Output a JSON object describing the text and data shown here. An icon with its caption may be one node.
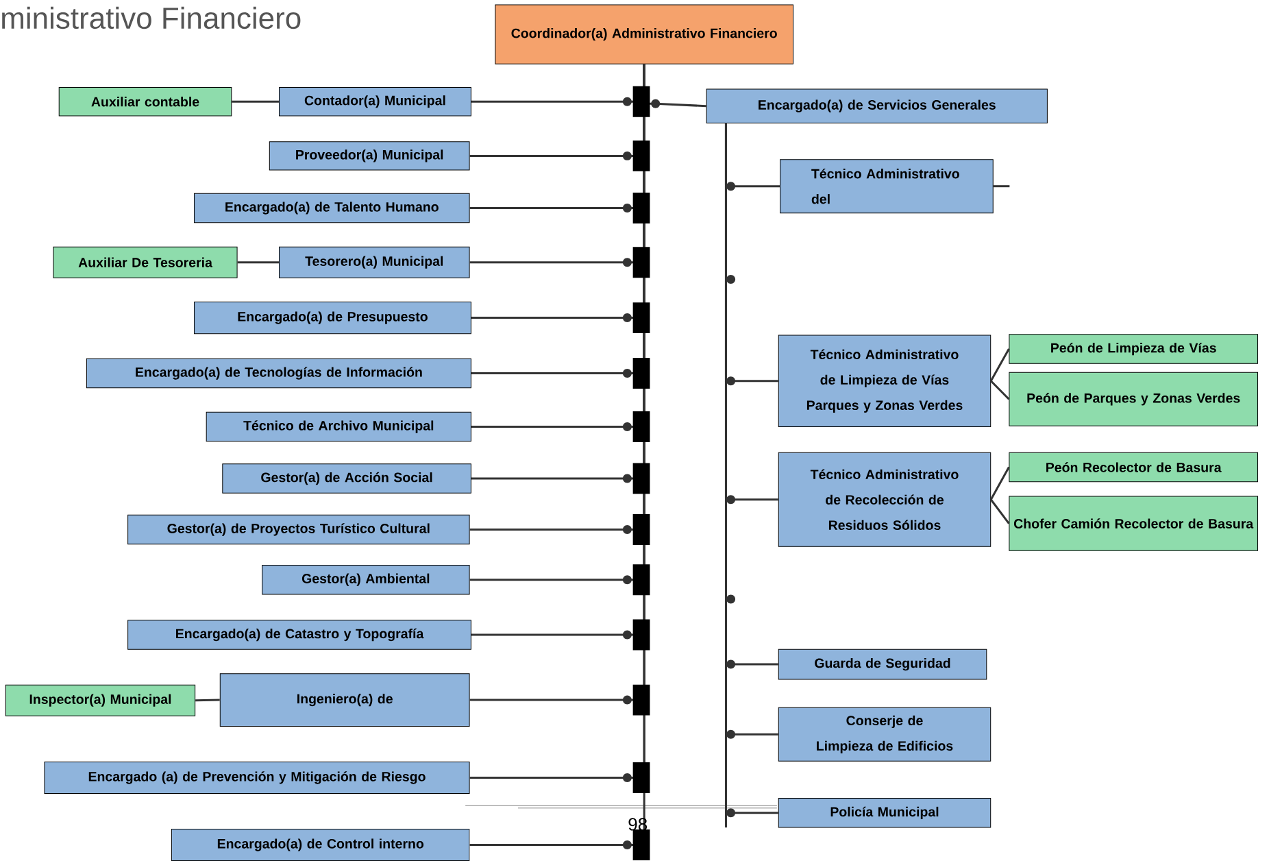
{
  "diagram": {
    "title": "ministrativo Financiero",
    "nodes": [
      {
        "text": [
          "Coordinador(a) Administrativo Financiero"
        ]
      },
      {
        "text": [
          "Auxiliar contable"
        ]
      },
      {
        "text": [
          "Contador(a) Municipal"
        ]
      },
      {
        "text": [
          "Proveedor(a) Municipal"
        ]
      },
      {
        "text": [
          "Encargado(a) de Talento Humano"
        ]
      },
      {
        "text": [
          "Auxiliar De Tesoreria"
        ]
      },
      {
        "text": [
          "Tesorero(a) Municipal"
        ]
      },
      {
        "text": [
          "Encargado(a) de Presupuesto"
        ]
      },
      {
        "text": [
          "Encargado(a) de Tecnologías de Información"
        ]
      },
      {
        "text": [
          "Técnico de Archivo Municipal"
        ]
      },
      {
        "text": [
          "Gestor(a) de Acción Social"
        ]
      },
      {
        "text": [
          "Gestor(a) de Proyectos Turístico Cultural"
        ]
      },
      {
        "text": [
          "Gestor(a) Ambiental"
        ]
      },
      {
        "text": [
          "Encargado(a) de Catastro y Topografía"
        ]
      },
      {
        "text": [
          "Inspector(a) Municipal"
        ]
      },
      {
        "text": [
          "Ingeniero(a) de"
        ]
      },
      {
        "text": [
          "Encargado (a) de Prevención y Mitigación de Riesgo"
        ]
      },
      {
        "text": [
          "Encargado(a) de Control interno"
        ]
      },
      {
        "text": [
          "Encargado(a) de Servicios Generales"
        ]
      },
      {
        "text": [
          "Técnico Administrativo del"
        ]
      },
      {
        "text": [
          "Técnico Administrativo de Limpieza de Vías Parques y Zonas Verdes"
        ]
      },
      {
        "text": [
          "Peón de Limpieza de Vías"
        ]
      },
      {
        "text": [
          "Peón de Parques y Zonas Verdes"
        ]
      },
      {
        "text": [
          "Técnico Administrativo de Recolección de Residuos Sólidos"
        ]
      },
      {
        "text": [
          "Peón Recolector de Basura"
        ]
      },
      {
        "text": [
          "Chofer Camión Recolector de Basura"
        ]
      },
      {
        "text": [
          "Guarda de Seguridad"
        ]
      },
      {
        "text": [
          "Conserje de Limpieza de Edificios"
        ]
      },
      {
        "text": [
          "Policía Municipal"
        ]
      }
    ],
    "edges": [
      {
        "from": 0,
        "to": 2,
        "arrow": "none"
      },
      {
        "from": 2,
        "to": 1,
        "arrow": "none"
      },
      {
        "from": 0,
        "to": 3,
        "arrow": "none"
      },
      {
        "from": 0,
        "to": 4,
        "arrow": "none"
      },
      {
        "from": 0,
        "to": 6,
        "arrow": "none"
      },
      {
        "from": 6,
        "to": 5,
        "arrow": "none"
      },
      {
        "from": 0,
        "to": 7,
        "arrow": "none"
      },
      {
        "from": 0,
        "to": 8,
        "arrow": "none"
      },
      {
        "from": 0,
        "to": 9,
        "arrow": "none"
      },
      {
        "from": 0,
        "to": 10,
        "arrow": "none"
      },
      {
        "from": 0,
        "to": 11,
        "arrow": "none"
      },
      {
        "from": 0,
        "to": 12,
        "arrow": "none"
      },
      {
        "from": 0,
        "to": 13,
        "arrow": "none"
      },
      {
        "from": 0,
        "to": 15,
        "arrow": "none"
      },
      {
        "from": 15,
        "to": 14,
        "arrow": "none"
      },
      {
        "from": 0,
        "to": 16,
        "arrow": "none"
      },
      {
        "from": 0,
        "to": 17,
        "arrow": "none"
      },
      {
        "from": 0,
        "to": 18,
        "arrow": "none"
      },
      {
        "from": 18,
        "to": 19,
        "arrow": "none"
      },
      {
        "from": 19,
        "to": null,
        "arrow": "none"
      },
      {
        "from": 18,
        "to": 20,
        "arrow": "none"
      },
      {
        "from": 20,
        "to": 21,
        "arrow": "none"
      },
      {
        "from": 20,
        "to": 22,
        "arrow": "none"
      },
      {
        "from": 18,
        "to": 23,
        "arrow": "none"
      },
      {
        "from": 23,
        "to": 24,
        "arrow": "none"
      },
      {
        "from": 23,
        "to": 25,
        "arrow": "none"
      },
      {
        "from": 18,
        "to": 26,
        "arrow": "none"
      },
      {
        "from": 18,
        "to": 27,
        "arrow": "none"
      },
      {
        "from": 18,
        "to": 28,
        "arrow": "none"
      }
    ],
    "labels": [
      "98"
    ]
  }
}
